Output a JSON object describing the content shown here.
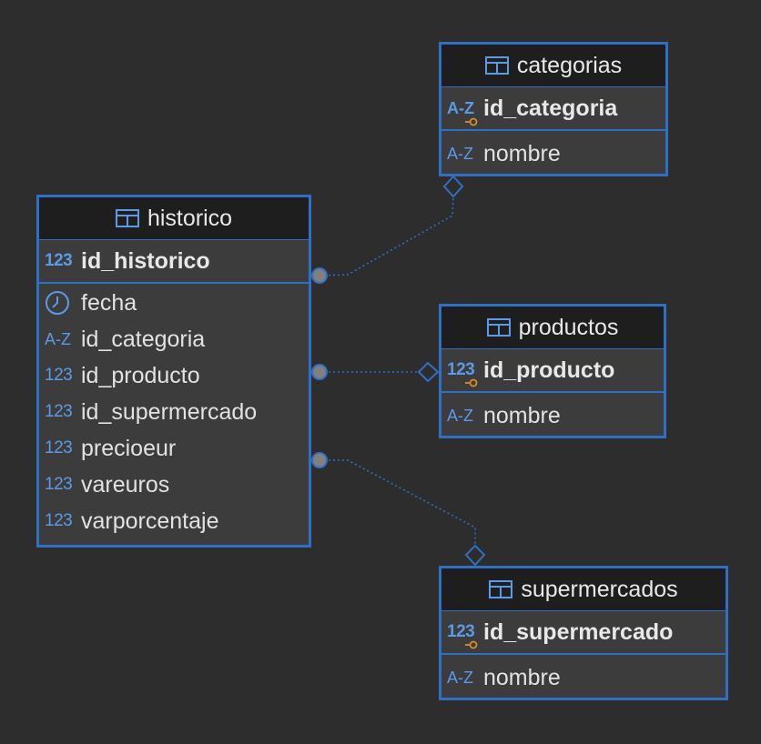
{
  "colors": {
    "background": "#2d2d2d",
    "entity_border": "#2f6fc4",
    "header_bg": "#1e1e1e",
    "body_bg": "#3c3c3c",
    "type_icon": "#5b9be6",
    "key_badge": "#e08a2c",
    "connector_dot": "#808080"
  },
  "type_labels": {
    "numeric": "123",
    "text": "A-Z"
  },
  "entities": {
    "historico": {
      "title": "historico",
      "pk": {
        "name": "id_historico",
        "type": "numeric"
      },
      "attributes": [
        {
          "name": "fecha",
          "type": "datetime",
          "icon": "clock-icon"
        },
        {
          "name": "id_categoria",
          "type": "text"
        },
        {
          "name": "id_producto",
          "type": "numeric"
        },
        {
          "name": "id_supermercado",
          "type": "numeric"
        },
        {
          "name": "precioeur",
          "type": "numeric"
        },
        {
          "name": "vareuros",
          "type": "numeric"
        },
        {
          "name": "varporcentaje",
          "type": "numeric"
        }
      ]
    },
    "categorias": {
      "title": "categorias",
      "pk": {
        "name": "id_categoria",
        "type": "text"
      },
      "attributes": [
        {
          "name": "nombre",
          "type": "text"
        }
      ]
    },
    "productos": {
      "title": "productos",
      "pk": {
        "name": "id_producto",
        "type": "numeric"
      },
      "attributes": [
        {
          "name": "nombre",
          "type": "text"
        }
      ]
    },
    "supermercados": {
      "title": "supermercados",
      "pk": {
        "name": "id_supermercado",
        "type": "numeric"
      },
      "attributes": [
        {
          "name": "nombre",
          "type": "text"
        }
      ]
    }
  },
  "relationships": [
    {
      "from": "historico.id_historico",
      "to": "categorias",
      "style": "dotted"
    },
    {
      "from": "historico.id_producto",
      "to": "productos",
      "style": "dotted"
    },
    {
      "from": "historico.precioeur",
      "to": "supermercados",
      "style": "dotted"
    }
  ]
}
